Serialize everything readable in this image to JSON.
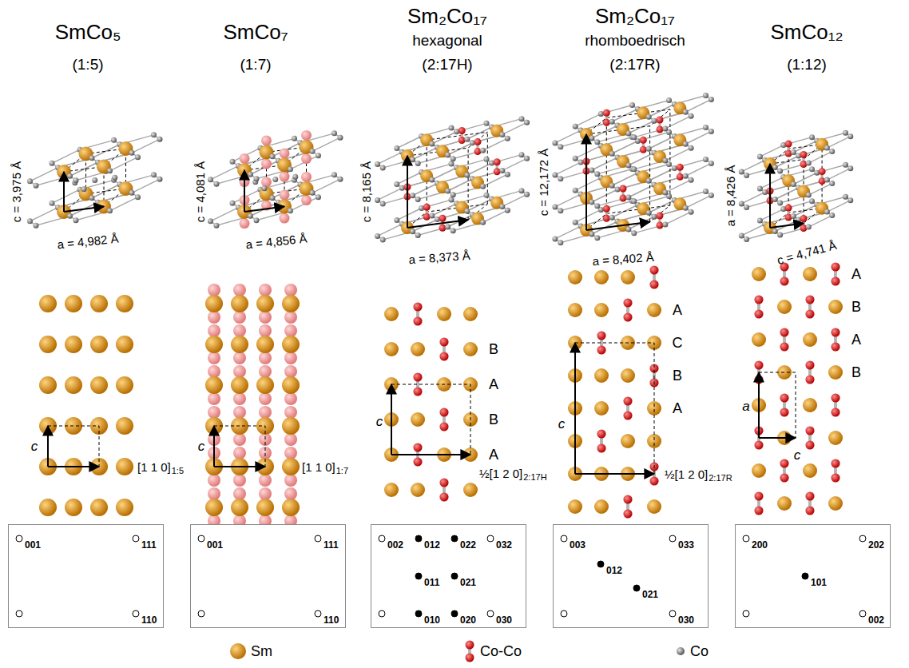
{
  "diagram": {
    "nodes": [
      {
        "text": [
          "001",
          "111",
          "110"
        ]
      },
      {
        "text": [
          "001",
          "111",
          "110"
        ]
      },
      {
        "text": [
          "002",
          "012",
          "022",
          "032",
          "011",
          "021",
          "010",
          "020",
          "030"
        ]
      },
      {
        "text": [
          "003",
          "033",
          "012",
          "021",
          "030"
        ]
      },
      {
        "text": [
          "200",
          "202",
          "101",
          "002"
        ]
      }
    ],
    "labels": [
      "SmCo₅",
      "(1:5)",
      "c = 3,975 Å",
      "a = 4,982 Å",
      "c",
      "[1 1 0]",
      "1:5",
      "SmCo₇",
      "(1:7)",
      "c = 4,081 Å",
      "a = 4,856 Å",
      "c",
      "[1 1 0]",
      "1:7",
      "Sm₂Co₁₇",
      "hexagonal",
      "(2:17H)",
      "c = 8,165 Å",
      "a = 8,373 Å",
      "B",
      "A",
      "B",
      "A",
      "c",
      "½[1 2 0]",
      "2:17H",
      "Sm₂Co₁₇",
      "rhomboedrisch",
      "(2:17R)",
      "c = 12,172 Å",
      "a = 8,402 Å",
      "A",
      "C",
      "B",
      "A",
      "c",
      "½[1 2 0]",
      "2:17R",
      "SmCo₁₂",
      "(1:12)",
      "a = 8,426 Å",
      "c = 4,741 Å",
      "A",
      "B",
      "A",
      "B",
      "a",
      "c"
    ],
    "legend": [
      {
        "text": "Sm"
      },
      {
        "text": "Co-Co"
      },
      {
        "text": "Co"
      }
    ]
  }
}
